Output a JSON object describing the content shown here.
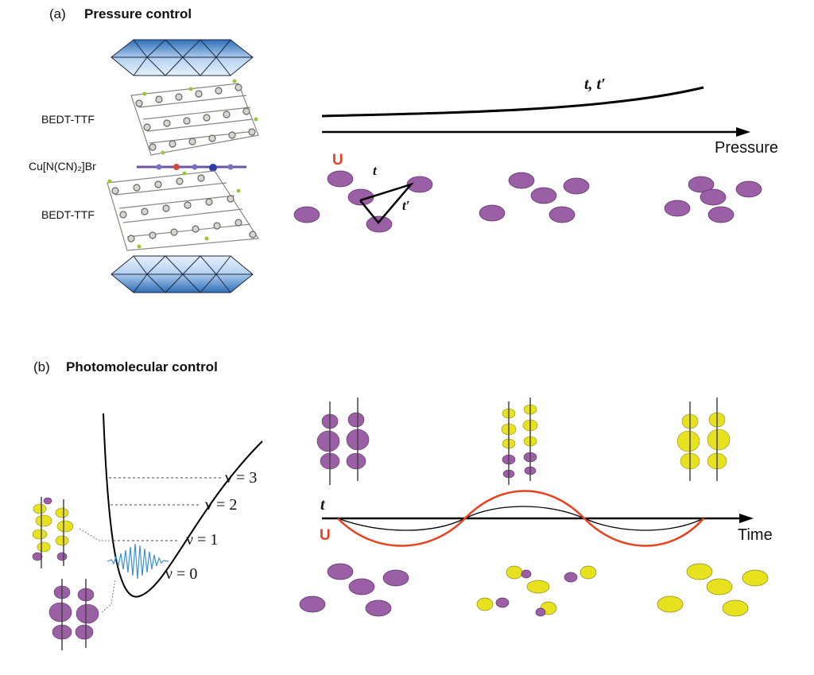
{
  "panel_a": {
    "letter": "(a)",
    "title": "Pressure control",
    "labels": [
      "BEDT-TTF",
      "Cu[N(CN)₂]Br",
      "BEDT-TTF"
    ],
    "curve_label": "t, t′",
    "axis_label": "Pressure",
    "u_label": "U",
    "t_label": "t",
    "tprime_label": "t′"
  },
  "panel_b": {
    "letter": "(b)",
    "title": "Photomolecular control",
    "levels": [
      "ν = 3",
      "ν = 2",
      "ν = 1",
      "ν = 0"
    ],
    "t_label": "t",
    "u_label": "U",
    "axis_label": "Time"
  },
  "colors": {
    "purple": "#9b5fa6",
    "yellow": "#e8e21e",
    "red": "#e8411d",
    "blue": "#3d8fd1",
    "diamond": "#a9c9ee"
  }
}
